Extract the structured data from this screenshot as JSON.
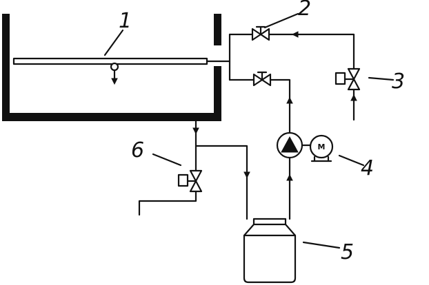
{
  "labels": {
    "tank_pipe": "1",
    "valve_top": "2",
    "solenoid_valve_right": "3",
    "pump": "4",
    "container": "5",
    "solenoid_valve_drain": "6"
  },
  "motor_symbol": "M",
  "icons": {
    "manual_valve": "bowtie-valve-icon",
    "solenoid_valve": "solenoid-valve-icon",
    "pump": "pump-triangle-icon",
    "motor": "motor-circle-icon",
    "flow": "flow-arrow-icon"
  }
}
